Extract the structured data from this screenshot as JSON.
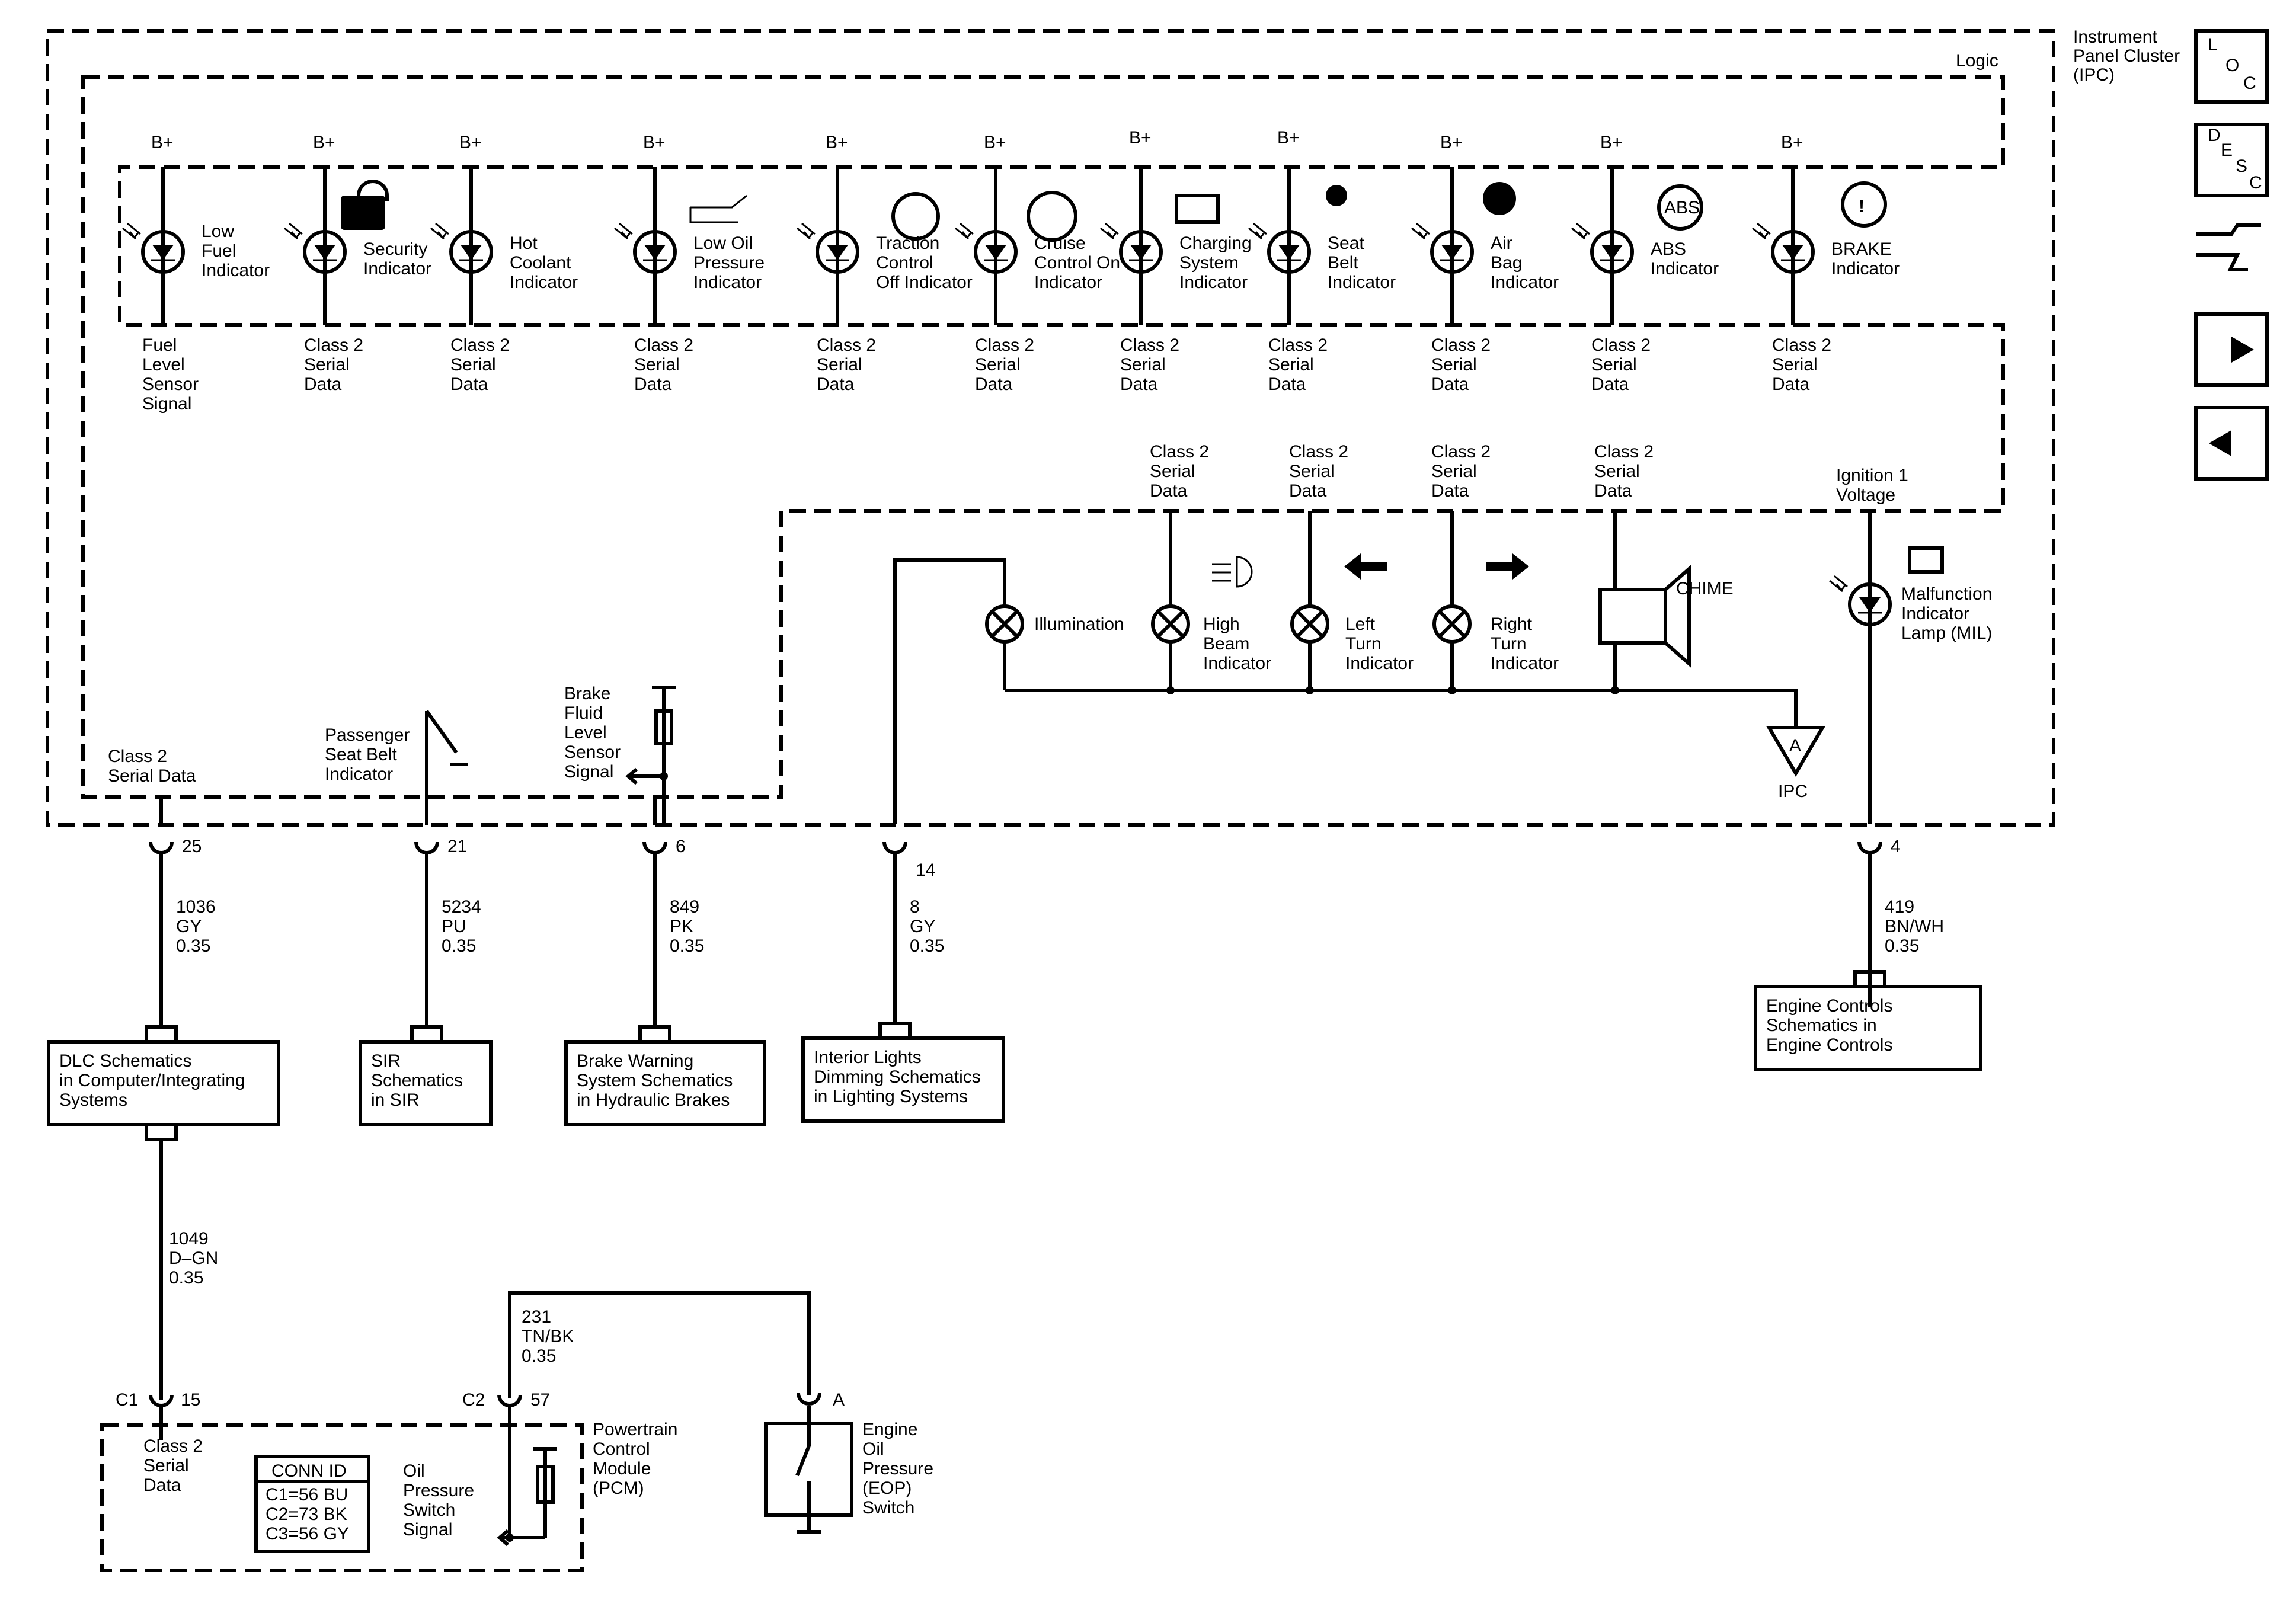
{
  "title": "Instrument Panel Cluster (IPC)",
  "logic_label": "Logic",
  "bplus": "B+",
  "class2": [
    "Class 2",
    "Serial",
    "Data"
  ],
  "indicators": [
    {
      "id": "low-fuel",
      "lines": [
        "Low",
        "Fuel",
        "Indicator"
      ],
      "bottom": [
        "Fuel",
        "Level",
        "Sensor",
        "Signal"
      ]
    },
    {
      "id": "security",
      "lines": [
        "Security",
        "Indicator"
      ],
      "bottom": [
        "Class 2",
        "Serial",
        "Data"
      ]
    },
    {
      "id": "hot-coolant",
      "lines": [
        "Hot",
        "Coolant",
        "Indicator"
      ],
      "bottom": [
        "Class 2",
        "Serial",
        "Data"
      ]
    },
    {
      "id": "low-oil",
      "lines": [
        "Low Oil",
        "Pressure",
        "Indicator"
      ],
      "bottom": [
        "Class 2",
        "Serial",
        "Data"
      ]
    },
    {
      "id": "traction",
      "lines": [
        "Traction",
        "Control",
        "Off Indicator"
      ],
      "bottom": [
        "Class 2",
        "Serial",
        "Data"
      ]
    },
    {
      "id": "cruise",
      "lines": [
        "Cruise",
        "Control On",
        "Indicator"
      ],
      "bottom": [
        "Class 2",
        "Serial",
        "Data"
      ]
    },
    {
      "id": "charging",
      "lines": [
        "Charging",
        "System",
        "Indicator"
      ],
      "bottom": [
        "Class 2",
        "Serial",
        "Data"
      ]
    },
    {
      "id": "seat-belt",
      "lines": [
        "Seat",
        "Belt",
        "Indicator"
      ],
      "bottom": [
        "Class 2",
        "Serial",
        "Data"
      ]
    },
    {
      "id": "air-bag",
      "lines": [
        "Air",
        "Bag",
        "Indicator"
      ],
      "bottom": [
        "Class 2",
        "Serial",
        "Data"
      ]
    },
    {
      "id": "abs",
      "lines": [
        "ABS",
        "Indicator"
      ],
      "bottom": [
        "Class 2",
        "Serial",
        "Data"
      ]
    },
    {
      "id": "brake",
      "lines": [
        "BRAKE",
        "Indicator"
      ],
      "bottom": [
        "Class 2",
        "Serial",
        "Data"
      ]
    }
  ],
  "abs_icon_text": "ABS",
  "lamps": [
    {
      "id": "illumination",
      "lines": [
        "Illumination"
      ]
    },
    {
      "id": "high-beam",
      "lines": [
        "High",
        "Beam",
        "Indicator"
      ]
    },
    {
      "id": "left-turn",
      "lines": [
        "Left",
        "Turn",
        "Indicator"
      ]
    },
    {
      "id": "right-turn",
      "lines": [
        "Right",
        "Turn",
        "Indicator"
      ]
    }
  ],
  "chime": "CHIME",
  "ignition": [
    "Ignition 1",
    "Voltage"
  ],
  "mil": [
    "Malfunction",
    "Indicator",
    "Lamp (MIL)"
  ],
  "ipc_ground": {
    "letter": "A",
    "label": "IPC"
  },
  "left_inputs": {
    "class2": [
      "Class 2",
      "Serial Data"
    ],
    "passenger": [
      "Passenger",
      "Seat Belt",
      "Indicator"
    ],
    "brake_fluid": [
      "Brake",
      "Fluid",
      "Level",
      "Sensor",
      "Signal"
    ]
  },
  "pins": [
    {
      "pin": "25",
      "wire": [
        "1036",
        "GY",
        "0.35"
      ]
    },
    {
      "pin": "21",
      "wire": [
        "5234",
        "PU",
        "0.35"
      ]
    },
    {
      "pin": "6",
      "wire": [
        "849",
        "PK",
        "0.35"
      ]
    },
    {
      "pin": "14",
      "wire": [
        "8",
        "GY",
        "0.35"
      ]
    },
    {
      "pin": "4",
      "wire": [
        "419",
        "BN/WH",
        "0.35"
      ]
    }
  ],
  "refs": [
    {
      "id": "dlc",
      "lines": [
        "DLC Schematics",
        "in Computer/Integrating",
        "Systems"
      ]
    },
    {
      "id": "sir",
      "lines": [
        "SIR",
        "Schematics",
        "in SIR"
      ]
    },
    {
      "id": "brake-warning",
      "lines": [
        "Brake Warning",
        "System Schematics",
        "in Hydraulic Brakes"
      ]
    },
    {
      "id": "interior",
      "lines": [
        "Interior Lights",
        "Dimming Schematics",
        "in Lighting Systems"
      ]
    },
    {
      "id": "engine",
      "lines": [
        "Engine Controls",
        "Schematics in",
        "Engine Controls"
      ]
    }
  ],
  "dlc_wire": [
    "1049",
    "D–GN",
    "0.35"
  ],
  "oil_wire": [
    "231",
    "TN/BK",
    "0.35"
  ],
  "pcm": {
    "c1": "C1",
    "c1pin": "15",
    "c2": "C2",
    "c2pin": "57",
    "class2": [
      "Class 2",
      "Serial",
      "Data"
    ],
    "conn_title": "CONN ID",
    "conn_rows": [
      "C1=56 BU",
      "C2=73 BK",
      "C3=56 GY"
    ],
    "oil_signal": [
      "Oil",
      "Pressure",
      "Switch",
      "Signal"
    ],
    "name": [
      "Powertrain",
      "Control",
      "Module",
      "(PCM)"
    ]
  },
  "eop": {
    "pin": "A",
    "name": [
      "Engine",
      "Oil",
      "Pressure",
      "(EOP)",
      "Switch"
    ]
  },
  "nav": {
    "loc": [
      "L",
      "O",
      "C"
    ],
    "desc": [
      "D",
      "E",
      "S",
      "C"
    ]
  },
  "icons": [
    "fuel-icon",
    "padlock-icon",
    "coolant-icon",
    "oil-can-icon",
    "traction-icon",
    "cruise-icon",
    "battery-icon",
    "seat-belt-icon",
    "air-bag-icon",
    "abs-icon",
    "brake-icon",
    "high-beam-icon",
    "left-arrow-icon",
    "right-arrow-icon",
    "speaker-icon",
    "engine-icon"
  ]
}
